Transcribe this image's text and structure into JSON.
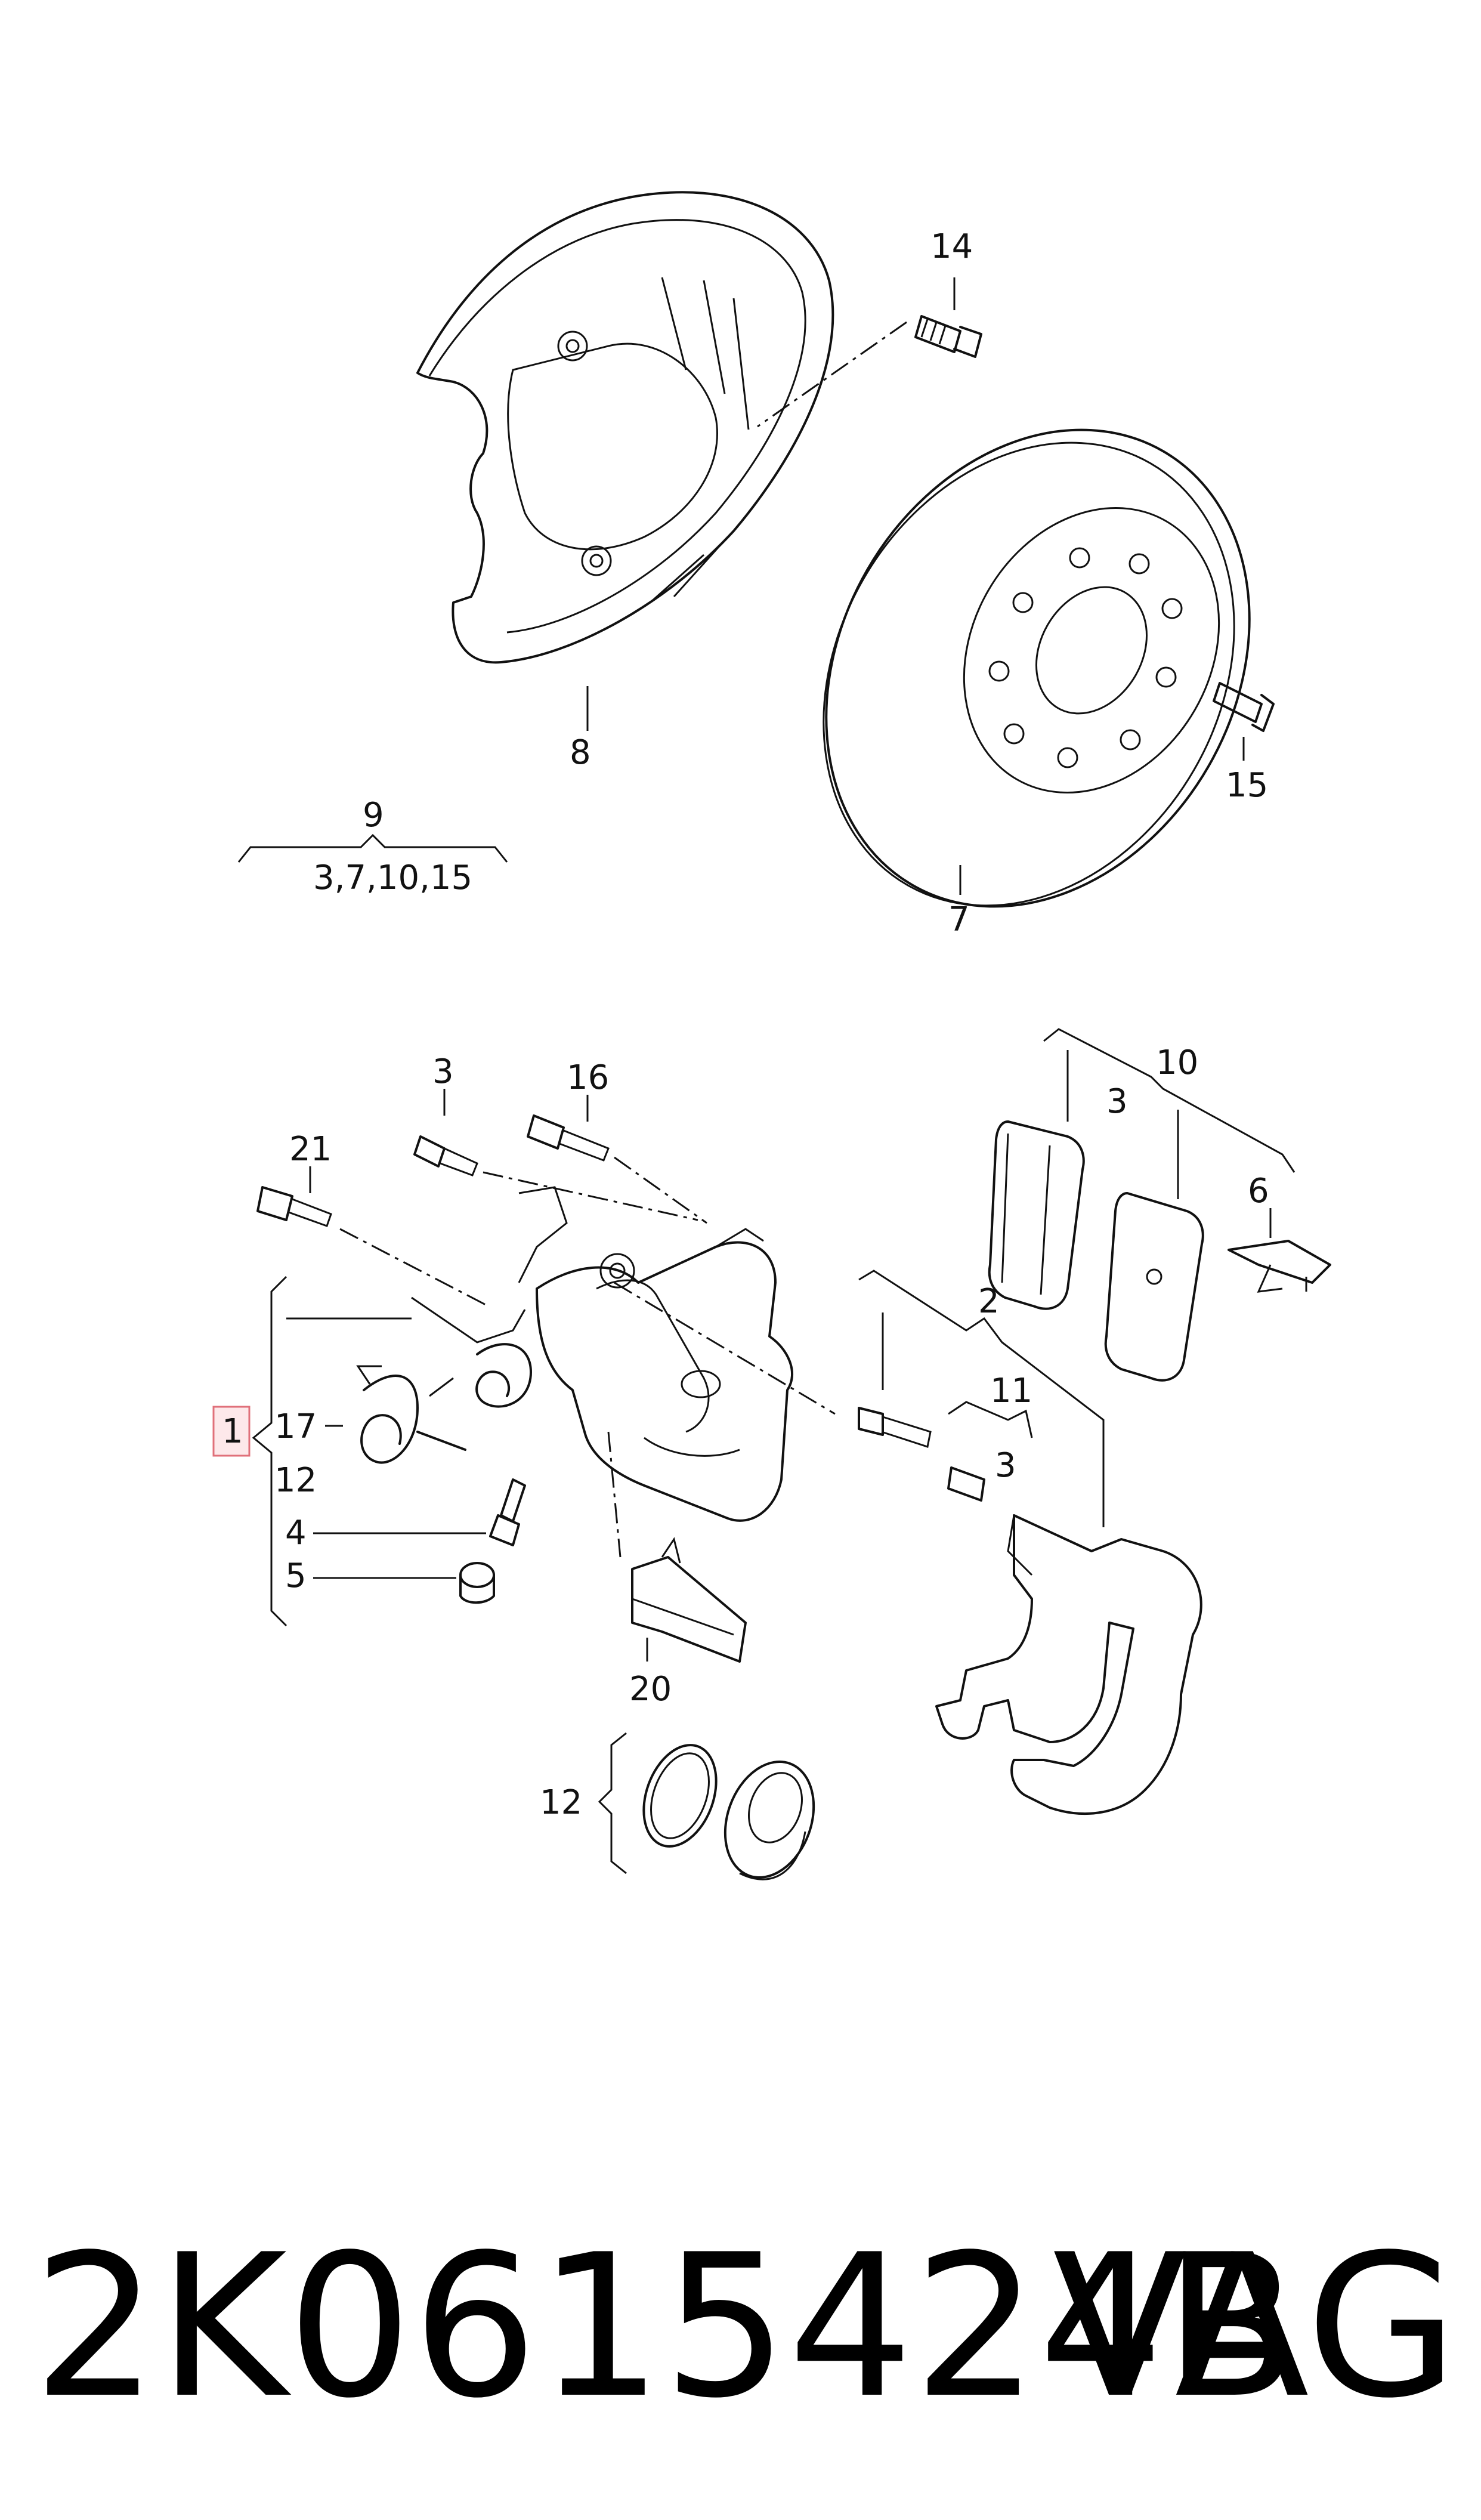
{
  "callouts": {
    "c1": "1",
    "c2": "2",
    "c3a": "3",
    "c3b": "3",
    "c3c": "3",
    "c4": "4",
    "c5": "5",
    "c6": "6",
    "c7": "7",
    "c8": "8",
    "c9": "9",
    "c9_sub": "3,7,10,15",
    "c10": "10",
    "c11": "11",
    "c12a": "12",
    "c12b": "12",
    "c14": "14",
    "c15": "15",
    "c16": "16",
    "c17": "17",
    "c20": "20",
    "c21": "21"
  },
  "footer": {
    "part_number": "2K0615424B",
    "brand": "VAG"
  },
  "colors": {
    "line": "#111111",
    "highlight_border": "#e0707a",
    "highlight_fill": "#fde8ea"
  }
}
